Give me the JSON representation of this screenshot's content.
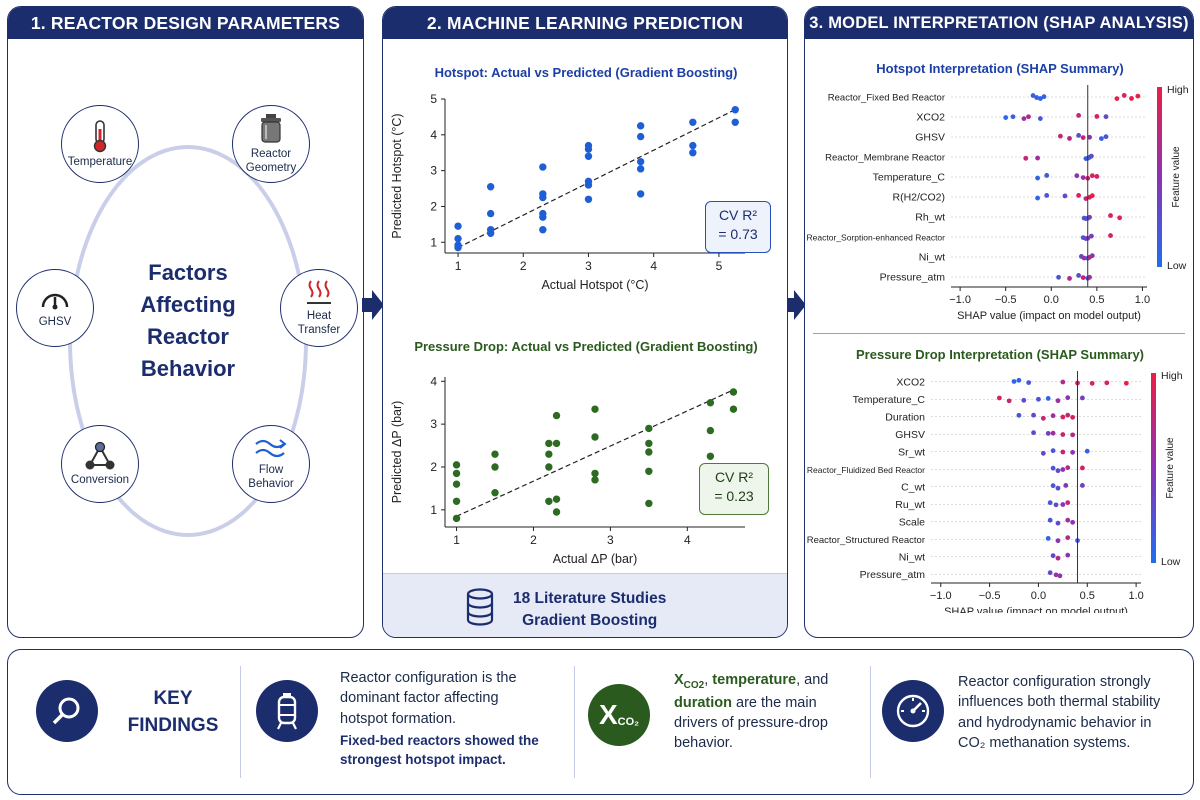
{
  "panel1": {
    "header": "1. REACTOR DESIGN PARAMETERS",
    "center": [
      "Factors",
      "Affecting",
      "Reactor",
      "Behavior"
    ],
    "factors": {
      "temperature": "Temperature",
      "geometry": [
        "Reactor",
        "Geometry"
      ],
      "ghsv": "GHSV",
      "heat": [
        "Heat",
        "Transfer"
      ],
      "conversion": "Conversion",
      "flow": [
        "Flow",
        "Behavior"
      ]
    }
  },
  "panel2": {
    "header": "2. MACHINE LEARNING PREDICTION",
    "hotspot_title": "Hotspot: Actual vs Predicted (Gradient Boosting)",
    "hotspot_r2": [
      "CV R²",
      "= 0.73"
    ],
    "pressure_title": "Pressure Drop: Actual vs Predicted (Gradient Boosting)",
    "pressure_r2": [
      "CV R²",
      "= 0.23"
    ],
    "lit": [
      "18 Literature Studies",
      "Gradient Boosting"
    ]
  },
  "panel3": {
    "header": "3. MODEL INTERPRETATION (SHAP ANALYSIS)",
    "hotspot_title": "Hotspot Interpretation (SHAP Summary)",
    "pressure_title": "Pressure Drop Interpretation (SHAP Summary)",
    "colorbar": {
      "high": "High",
      "low": "Low",
      "label": "Feature value"
    }
  },
  "findings": {
    "title": [
      "KEY",
      "FINDINGS"
    ],
    "f1_text": [
      "Reactor configuration is the",
      "dominant factor affecting",
      "hotspot formation."
    ],
    "f1_emph": [
      "Fixed-bed reactors showed the",
      "strongest hotspot impact."
    ],
    "f2_icon": {
      "main": "X",
      "sub": "CO₂"
    },
    "f2_parts": {
      "x": "X",
      "xsub": "CO2",
      "sep1": ", ",
      "temp": "temperature",
      "sep2": ", and",
      "dur": "duration",
      "rest1": " are the main",
      "rest2": "drivers of pressure-drop",
      "rest3": "behavior."
    },
    "f3_text": [
      "Reactor configuration strongly",
      "influences both thermal stability",
      "and hydrodynamic behavior in",
      "CO₂ methanation systems."
    ]
  },
  "chart_data": [
    {
      "type": "scatter",
      "title": "Hotspot: Actual vs Predicted (Gradient Boosting)",
      "xlabel": "Actual Hotspot (°C)",
      "ylabel": "Predicted Hotspot (°C)",
      "xlim": [
        0.8,
        5.4
      ],
      "ylim": [
        0.7,
        5.0
      ],
      "xticks": [
        1,
        2,
        3,
        4,
        5
      ],
      "yticks": [
        1,
        2,
        3,
        4,
        5
      ],
      "color": "#1f5fd6",
      "trend": [
        [
          1.0,
          0.85
        ],
        [
          5.3,
          4.75
        ]
      ],
      "x": [
        1.0,
        1.0,
        1.0,
        1.0,
        1.5,
        1.5,
        1.5,
        1.5,
        2.3,
        2.3,
        2.3,
        2.3,
        2.3,
        2.3,
        3.0,
        3.0,
        3.0,
        3.0,
        3.0,
        3.0,
        3.8,
        3.8,
        3.8,
        3.8,
        3.8,
        4.6,
        4.6,
        4.6,
        5.25,
        5.25
      ],
      "y": [
        0.85,
        0.92,
        1.1,
        1.45,
        1.25,
        1.35,
        1.8,
        2.55,
        1.35,
        1.7,
        1.8,
        2.25,
        2.35,
        3.1,
        2.2,
        2.6,
        2.7,
        3.4,
        3.6,
        3.7,
        2.35,
        3.05,
        3.25,
        3.95,
        4.25,
        3.5,
        3.7,
        4.35,
        4.35,
        4.7
      ],
      "annotation": "CV R² = 0.73"
    },
    {
      "type": "scatter",
      "title": "Pressure Drop: Actual vs Predicted (Gradient Boosting)",
      "xlabel": "Actual ΔP (bar)",
      "ylabel": "Predicted ΔP (bar)",
      "xlim": [
        0.85,
        4.75
      ],
      "ylim": [
        0.6,
        4.1
      ],
      "xticks": [
        1,
        2,
        3,
        4
      ],
      "yticks": [
        1,
        2,
        3,
        4
      ],
      "color": "#2e6b22",
      "trend": [
        [
          1.0,
          0.85
        ],
        [
          4.6,
          3.8
        ]
      ],
      "x": [
        1.0,
        1.0,
        1.0,
        1.0,
        1.0,
        1.5,
        1.5,
        1.5,
        2.2,
        2.2,
        2.2,
        2.2,
        2.3,
        2.3,
        2.3,
        2.3,
        2.8,
        2.8,
        2.8,
        2.8,
        3.5,
        3.5,
        3.5,
        3.5,
        3.5,
        4.3,
        4.3,
        4.3,
        4.6,
        4.6
      ],
      "y": [
        0.8,
        1.2,
        1.6,
        1.85,
        2.05,
        1.4,
        2.0,
        2.3,
        1.2,
        2.0,
        2.3,
        2.55,
        0.95,
        1.25,
        2.55,
        3.2,
        1.7,
        1.85,
        2.7,
        3.35,
        1.15,
        1.9,
        2.35,
        2.55,
        2.9,
        2.25,
        2.85,
        3.5,
        3.35,
        3.75
      ],
      "annotation": "CV R² = 0.23"
    },
    {
      "type": "scatter",
      "title": "Hotspot Interpretation (SHAP Summary)",
      "xlabel": "SHAP value (impact on model output)",
      "xlim": [
        -1.1,
        1.05
      ],
      "xticks": [
        -1.0,
        -0.5,
        0.0,
        0.5,
        1.0
      ],
      "features": [
        "Reactor_Fixed Bed Reactor",
        "XCO2",
        "GHSV",
        "Reactor_Membrane Reactor",
        "Temperature_C",
        "R(H2/CO2)",
        "Rh_wt",
        "Reactor_Sorption-enhanced Reactor",
        "Ni_wt",
        "Pressure_atm"
      ],
      "points": [
        [
          [
            -0.2,
            0.1
          ],
          [
            -0.16,
            0.1
          ],
          [
            -0.12,
            0.1
          ],
          [
            -0.08,
            0.1
          ],
          [
            0.72,
            0.95
          ],
          [
            0.8,
            0.9
          ],
          [
            0.88,
            1.0
          ],
          [
            0.95,
            1.0
          ]
        ],
        [
          [
            -0.5,
            0.05
          ],
          [
            -0.42,
            0.1
          ],
          [
            -0.3,
            0.6
          ],
          [
            -0.25,
            0.7
          ],
          [
            -0.12,
            0.2
          ],
          [
            0.3,
            0.8
          ],
          [
            0.5,
            0.9
          ],
          [
            0.6,
            0.3
          ]
        ],
        [
          [
            0.1,
            0.8
          ],
          [
            0.2,
            0.7
          ],
          [
            0.3,
            0.3
          ],
          [
            0.35,
            0.8
          ],
          [
            0.42,
            0.5
          ],
          [
            0.55,
            0.1
          ],
          [
            0.6,
            0.2
          ]
        ],
        [
          [
            -0.28,
            0.8
          ],
          [
            -0.15,
            0.6
          ],
          [
            0.38,
            0.1
          ],
          [
            0.4,
            0.2
          ],
          [
            0.42,
            0.15
          ],
          [
            0.44,
            0.3
          ]
        ],
        [
          [
            -0.15,
            0.1
          ],
          [
            -0.05,
            0.2
          ],
          [
            0.28,
            0.5
          ],
          [
            0.35,
            0.6
          ],
          [
            0.4,
            0.8
          ],
          [
            0.45,
            0.9
          ],
          [
            0.5,
            0.85
          ]
        ],
        [
          [
            -0.15,
            0.1
          ],
          [
            -0.05,
            0.2
          ],
          [
            0.15,
            0.3
          ],
          [
            0.3,
            0.9
          ],
          [
            0.38,
            0.8
          ],
          [
            0.42,
            0.9
          ],
          [
            0.45,
            1.0
          ]
        ],
        [
          [
            0.36,
            0.2
          ],
          [
            0.38,
            0.3
          ],
          [
            0.4,
            0.2
          ],
          [
            0.42,
            0.4
          ],
          [
            0.65,
            0.9
          ],
          [
            0.75,
            0.95
          ]
        ],
        [
          [
            0.35,
            0.2
          ],
          [
            0.38,
            0.3
          ],
          [
            0.4,
            0.5
          ],
          [
            0.44,
            0.4
          ],
          [
            0.65,
            0.9
          ]
        ],
        [
          [
            0.33,
            0.3
          ],
          [
            0.36,
            0.6
          ],
          [
            0.4,
            0.2
          ],
          [
            0.42,
            0.8
          ],
          [
            0.45,
            0.5
          ]
        ],
        [
          [
            0.08,
            0.2
          ],
          [
            0.2,
            0.7
          ],
          [
            0.3,
            0.3
          ],
          [
            0.35,
            0.8
          ],
          [
            0.4,
            0.2
          ],
          [
            0.42,
            0.6
          ]
        ]
      ]
    },
    {
      "type": "scatter",
      "title": "Pressure Drop Interpretation (SHAP Summary)",
      "xlabel": "SHAP value (impact on model output)",
      "xlim": [
        -1.1,
        1.05
      ],
      "xticks": [
        -1.0,
        -0.5,
        0.0,
        0.5,
        1.0
      ],
      "features": [
        "XCO2",
        "Temperature_C",
        "Duration",
        "GHSV",
        "Sr_wt",
        "Reactor_Fluidized Bed Reactor",
        "C_wt",
        "Ru_wt",
        "Scale",
        "Reactor_Structured Reactor",
        "Ni_wt",
        "Pressure_atm"
      ],
      "points": [
        [
          [
            -0.25,
            0.05
          ],
          [
            -0.2,
            0.1
          ],
          [
            -0.1,
            0.2
          ],
          [
            0.25,
            0.7
          ],
          [
            0.4,
            0.8
          ],
          [
            0.55,
            0.85
          ],
          [
            0.7,
            0.9
          ],
          [
            0.9,
            1.0
          ]
        ],
        [
          [
            -0.4,
            0.9
          ],
          [
            -0.3,
            0.8
          ],
          [
            -0.15,
            0.3
          ],
          [
            0.0,
            0.2
          ],
          [
            0.1,
            0.1
          ],
          [
            0.2,
            0.6
          ],
          [
            0.3,
            0.5
          ],
          [
            0.45,
            0.4
          ]
        ],
        [
          [
            -0.2,
            0.2
          ],
          [
            -0.05,
            0.3
          ],
          [
            0.05,
            0.8
          ],
          [
            0.15,
            0.6
          ],
          [
            0.25,
            0.9
          ],
          [
            0.3,
            0.8
          ],
          [
            0.35,
            0.9
          ]
        ],
        [
          [
            -0.05,
            0.3
          ],
          [
            0.1,
            0.4
          ],
          [
            0.15,
            0.6
          ],
          [
            0.25,
            0.8
          ],
          [
            0.35,
            0.7
          ]
        ],
        [
          [
            0.05,
            0.3
          ],
          [
            0.15,
            0.2
          ],
          [
            0.25,
            0.8
          ],
          [
            0.35,
            0.5
          ],
          [
            0.5,
            0.1
          ]
        ],
        [
          [
            0.15,
            0.2
          ],
          [
            0.2,
            0.3
          ],
          [
            0.25,
            0.5
          ],
          [
            0.3,
            0.7
          ],
          [
            0.45,
            0.9
          ]
        ],
        [
          [
            0.15,
            0.2
          ],
          [
            0.2,
            0.3
          ],
          [
            0.28,
            0.5
          ],
          [
            0.45,
            0.4
          ]
        ],
        [
          [
            0.12,
            0.2
          ],
          [
            0.18,
            0.3
          ],
          [
            0.25,
            0.5
          ],
          [
            0.3,
            0.8
          ]
        ],
        [
          [
            0.12,
            0.2
          ],
          [
            0.2,
            0.3
          ],
          [
            0.3,
            0.6
          ],
          [
            0.35,
            0.5
          ]
        ],
        [
          [
            0.1,
            0.1
          ],
          [
            0.2,
            0.5
          ],
          [
            0.3,
            0.7
          ],
          [
            0.4,
            0.2
          ]
        ],
        [
          [
            0.15,
            0.3
          ],
          [
            0.2,
            0.7
          ],
          [
            0.3,
            0.5
          ]
        ],
        [
          [
            0.12,
            0.3
          ],
          [
            0.18,
            0.6
          ],
          [
            0.22,
            0.5
          ]
        ]
      ]
    }
  ]
}
